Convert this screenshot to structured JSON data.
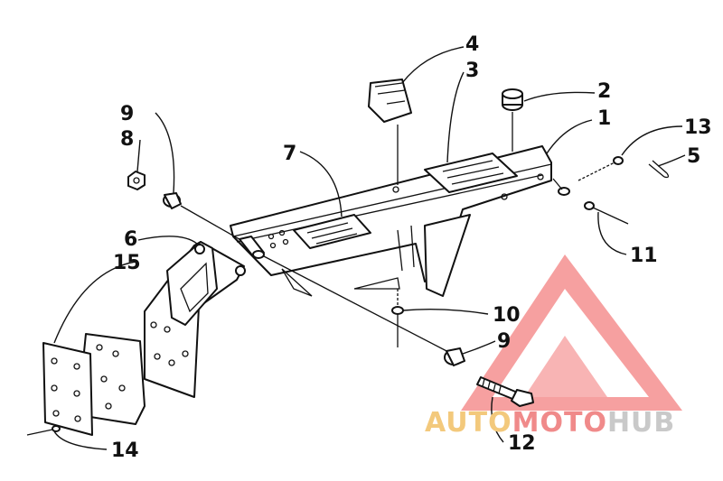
{
  "callouts": [
    {
      "id": "1",
      "label": "1"
    },
    {
      "id": "2",
      "label": "2"
    },
    {
      "id": "3",
      "label": "3"
    },
    {
      "id": "4",
      "label": "4"
    },
    {
      "id": "5",
      "label": "5"
    },
    {
      "id": "6",
      "label": "6"
    },
    {
      "id": "7",
      "label": "7"
    },
    {
      "id": "8",
      "label": "8"
    },
    {
      "id": "9a",
      "label": "9"
    },
    {
      "id": "9b",
      "label": "9"
    },
    {
      "id": "10",
      "label": "10"
    },
    {
      "id": "11",
      "label": "11"
    },
    {
      "id": "12",
      "label": "12"
    },
    {
      "id": "13",
      "label": "13"
    },
    {
      "id": "14",
      "label": "14"
    },
    {
      "id": "15",
      "label": "15"
    }
  ],
  "watermark": {
    "part1": "AUTO",
    "part2": "MOTO",
    "part3": "HUB",
    "color_auto": "#f3c97c",
    "color_moto": "#f08a8a",
    "color_hub": "#c9c9c9",
    "logo_color": "#f26b6b"
  }
}
